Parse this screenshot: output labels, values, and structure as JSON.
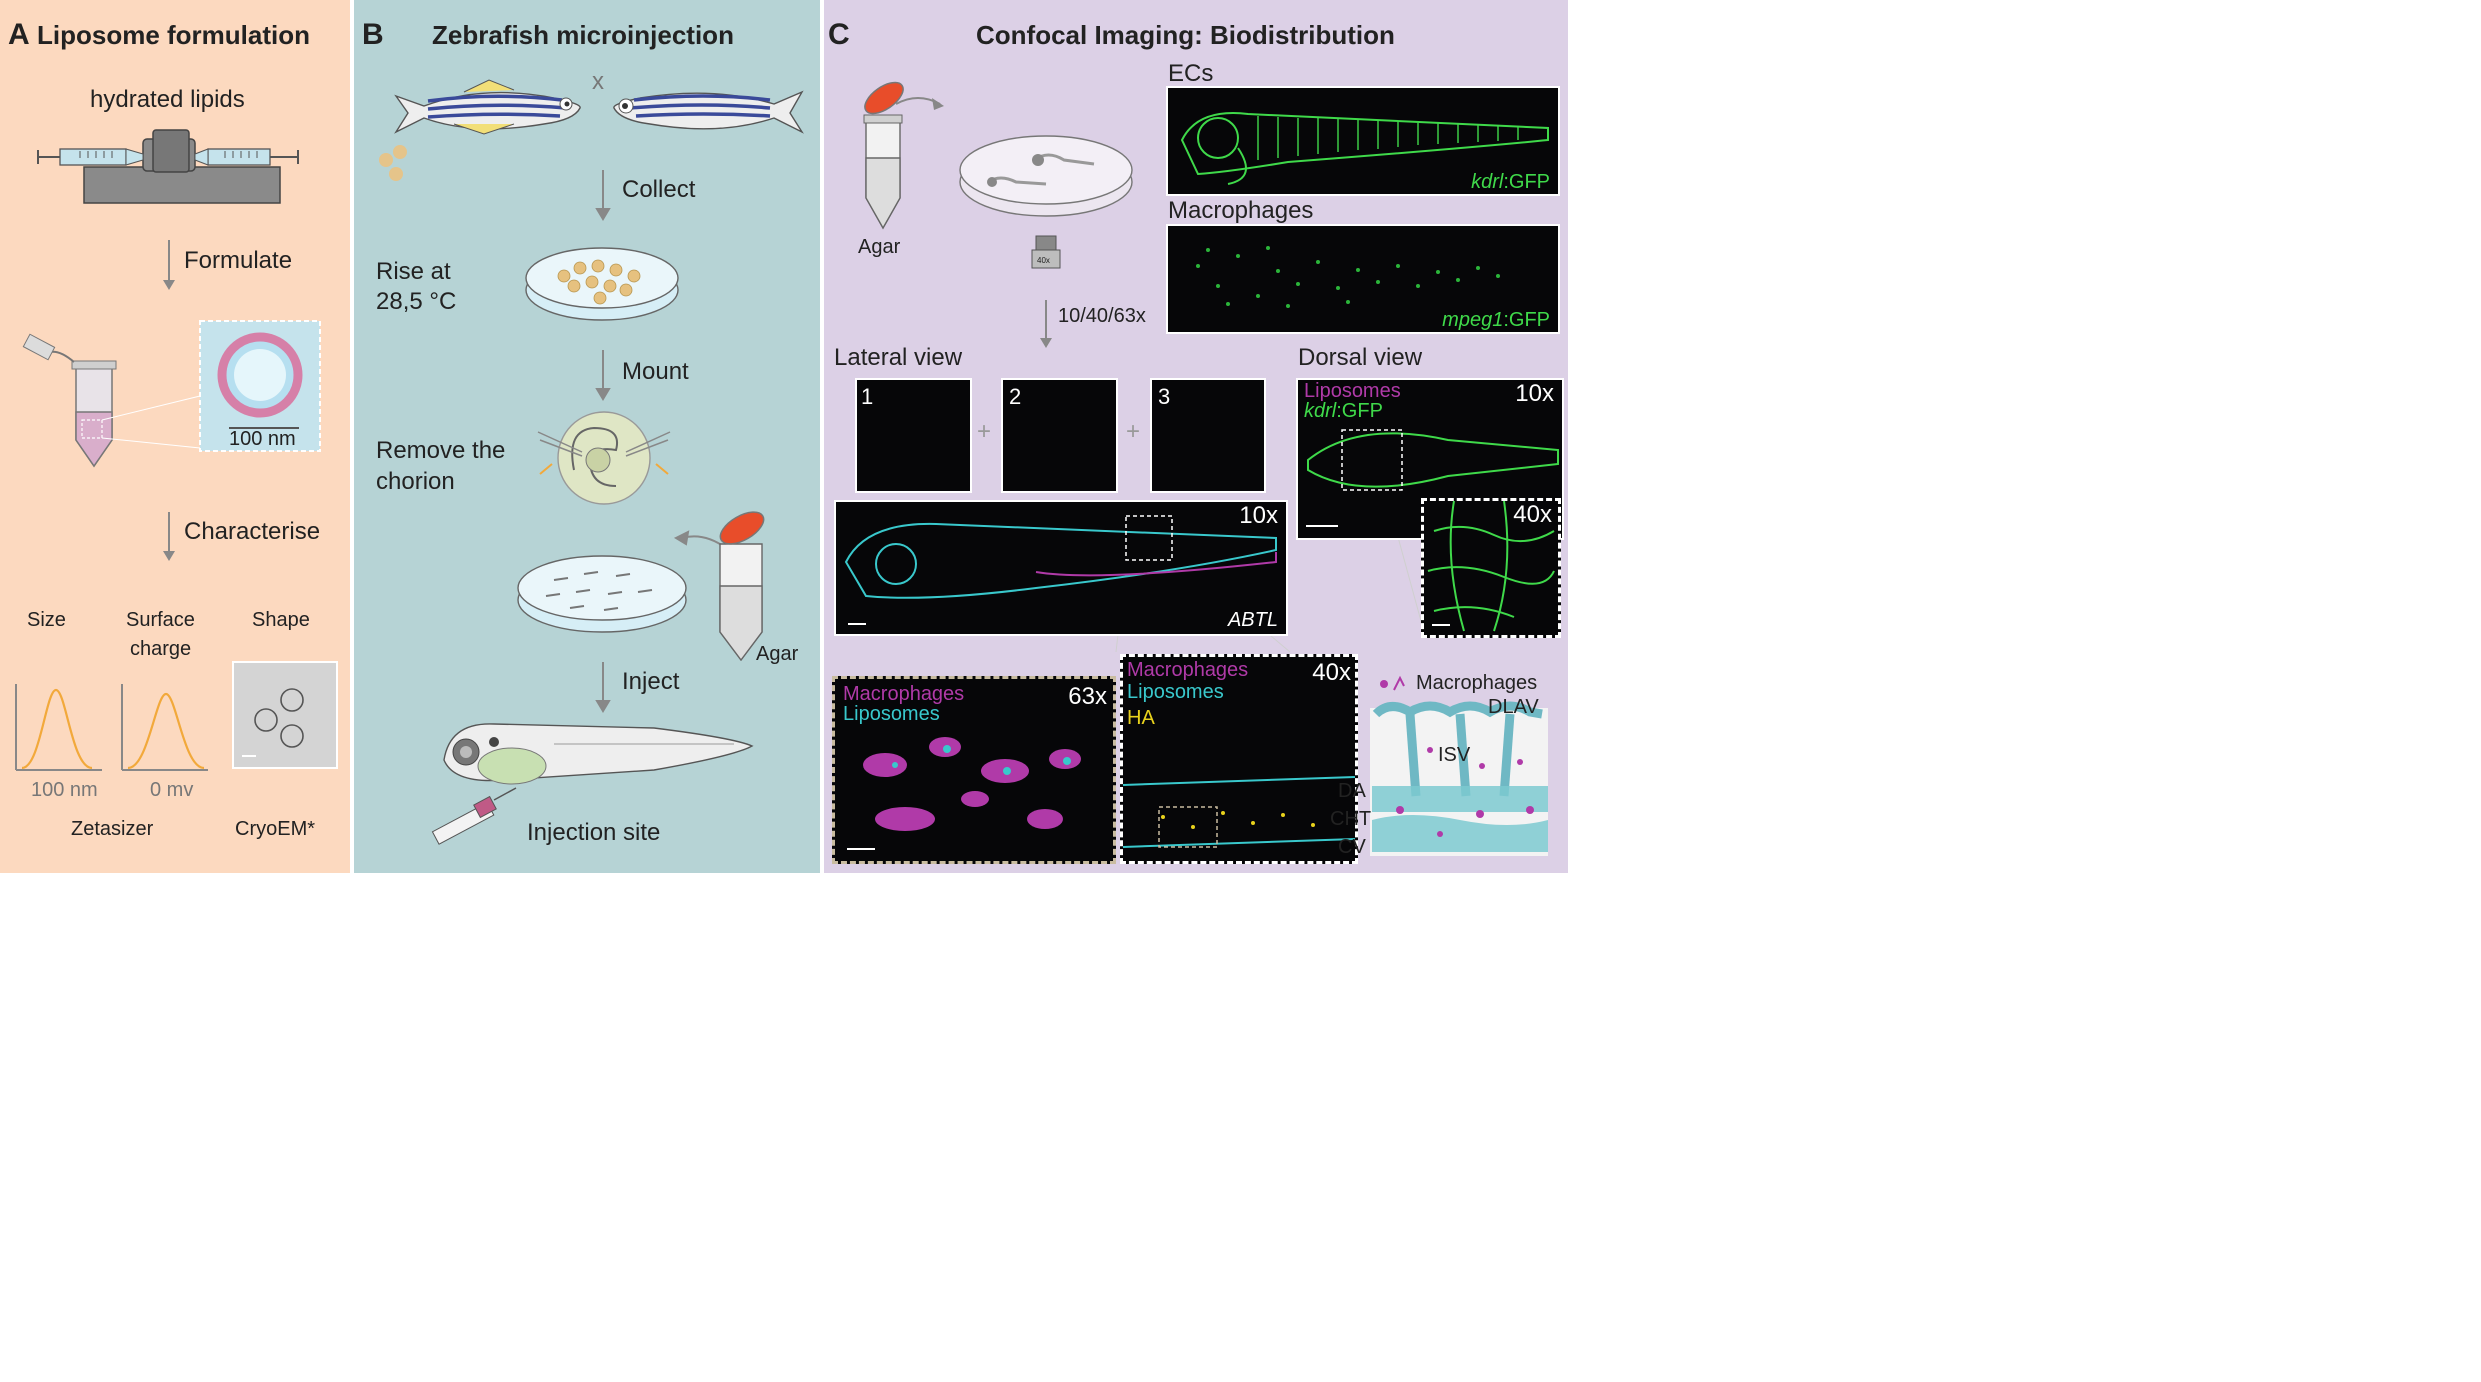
{
  "panel_a": {
    "letter": "A",
    "title": "Liposome formulation",
    "hydrated": "hydrated lipids",
    "formulate": "Formulate",
    "scale": "100 nm",
    "characterise": "Characterise",
    "size": "Size",
    "surface": "Surface",
    "charge": "charge",
    "shape": "Shape",
    "size_axis": "100 nm",
    "charge_axis": "0 mv",
    "zetasizer": "Zetasizer",
    "cryoem": "CryoEM*"
  },
  "panel_b": {
    "letter": "B",
    "title": "Zebrafish microinjection",
    "cross": "x",
    "collect": "Collect",
    "rise1": "Rise at",
    "rise2": "28,5 °C",
    "mount": "Mount",
    "remove1": "Remove the",
    "remove2": "chorion",
    "agar": "Agar",
    "inject": "Inject",
    "site": "Injection site"
  },
  "panel_c": {
    "letter": "C",
    "title": "Confocal Imaging: Biodistribution",
    "agar": "Agar",
    "obj": "40x",
    "zoom_steps": "10/40/63x",
    "ecs": "ECs",
    "macrophages_title": "Macrophages",
    "kdrl_gene": "kdrl",
    "kdrl_suffix": ":GFP",
    "mpeg_gene": "mpeg1",
    "mpeg_suffix": ":GFP",
    "lateral": "Lateral view",
    "dorsal": "Dorsal view",
    "n1": "1",
    "n2": "2",
    "n3": "3",
    "plus": "+",
    "mag10": "10x",
    "abtl": "ABTL",
    "dorsal_lipo": "Liposomes",
    "dorsal_kdrl_gene": "kdrl",
    "dorsal_kdrl_suffix": ":GFP",
    "dorsal_mag": "10x",
    "dorsal_zoom_mag": "40x",
    "z63_mac": "Macrophages",
    "z63_lipo": "Liposomes",
    "z63_mag": "63x",
    "z40_mac": "Macrophages",
    "z40_lipo": "Liposomes",
    "z40_ha": "HA",
    "z40_mag": "40x",
    "sch_mac": "Macrophages",
    "dlav": "DLAV",
    "isv": "ISV",
    "da": "DA",
    "cht": "CHT",
    "cv": "CV"
  },
  "colors": {
    "peach": "#fcd9bf",
    "teal": "#b6d3d5",
    "lavender": "#dcd0e6",
    "gfp": "#3fd94a",
    "cyan": "#39c8cc",
    "magenta": "#b03aa8",
    "yellow": "#e8d21c",
    "orange": "#f2a93b"
  }
}
